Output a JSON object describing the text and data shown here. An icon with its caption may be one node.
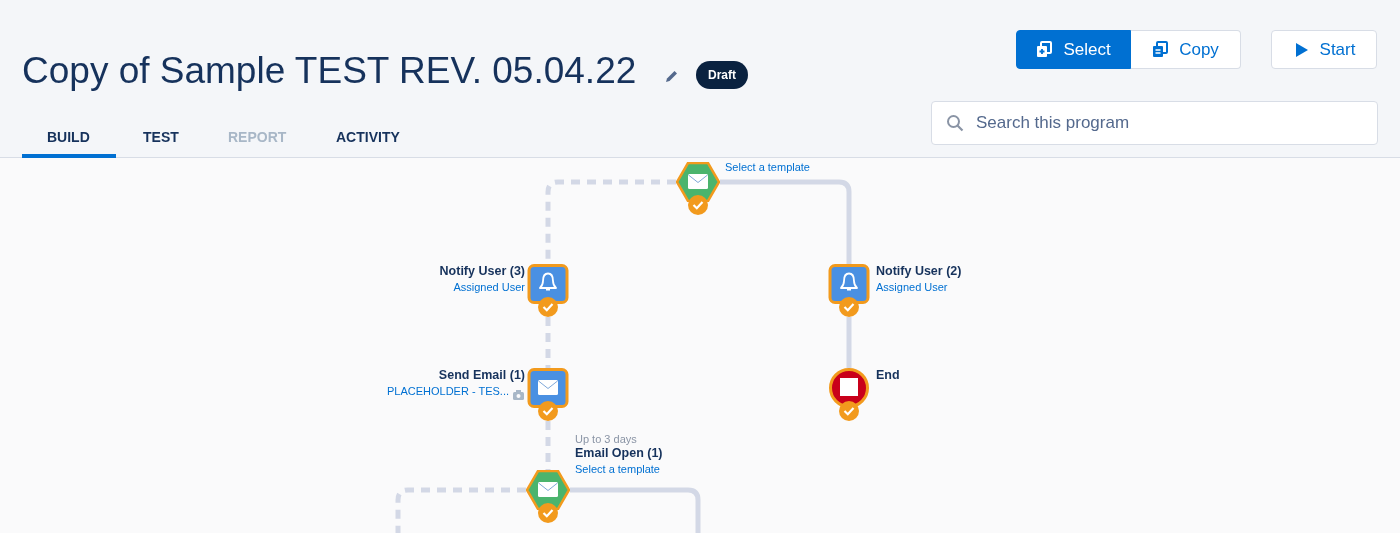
{
  "diagram": {
    "title": "Copy of Sample TEST REV. 05.04.22",
    "nodes": [
      {
        "text": [],
        "shape": "hexagon",
        "beside": [
          "Select a template"
        ]
      },
      {
        "text": [],
        "shape": "box",
        "beside": [
          "Notify User (3)",
          "Assigned User"
        ]
      },
      {
        "text": [],
        "shape": "box",
        "beside": [
          "Notify User (2)",
          "Assigned User"
        ]
      },
      {
        "text": [],
        "shape": "box",
        "beside": [
          "Send Email (1)",
          "PLACEHOLDER - TES..."
        ]
      },
      {
        "text": [],
        "shape": "circle",
        "beside": [
          "End"
        ]
      },
      {
        "text": [],
        "shape": "hexagon",
        "beside": [
          "Up to 3 days",
          "Email Open (1)",
          "Select a template"
        ]
      }
    ],
    "edges": [
      {
        "from": 0,
        "to": 1,
        "arrow": "none",
        "style": "dashed"
      },
      {
        "from": 0,
        "to": 2,
        "arrow": "none"
      },
      {
        "from": 1,
        "to": 3,
        "arrow": "none",
        "style": "dashed"
      },
      {
        "from": 2,
        "to": 4,
        "arrow": "none"
      },
      {
        "from": 3,
        "to": 5,
        "arrow": "none",
        "style": "dashed"
      },
      {
        "from": 5,
        "to": null,
        "arrow": "none",
        "style": "dashed"
      },
      {
        "from": 5,
        "to": null,
        "arrow": "none"
      }
    ],
    "labels": [
      "Draft",
      "BUILD",
      "TEST",
      "REPORT",
      "ACTIVITY",
      "Select",
      "Copy",
      "Start",
      "Search this program"
    ]
  }
}
